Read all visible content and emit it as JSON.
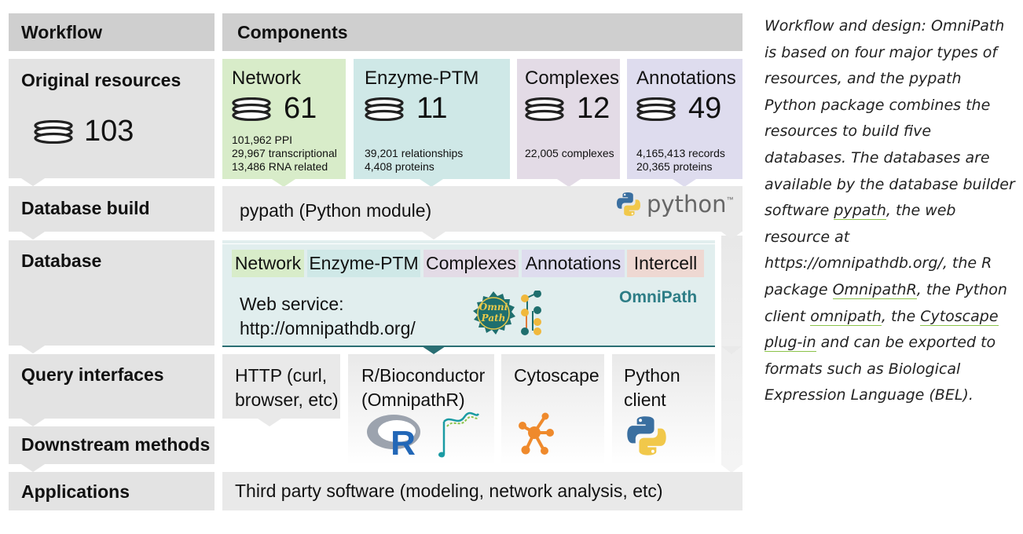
{
  "headers": {
    "workflow": "Workflow",
    "components": "Components"
  },
  "stages": [
    {
      "label": "Original resources"
    },
    {
      "label": "Database build"
    },
    {
      "label": "Database"
    },
    {
      "label": "Query interfaces"
    },
    {
      "label": "Downstream methods"
    },
    {
      "label": "Applications"
    }
  ],
  "original_total": "103",
  "resources": [
    {
      "name": "Network",
      "count": "61",
      "stats": [
        "101,962 PPI",
        "29,967 transcriptional",
        "13,486 RNA related"
      ],
      "color": "#d8ecc9"
    },
    {
      "name": "Enzyme-PTM",
      "count": "11",
      "stats": [
        "",
        "39,201 relationships",
        "4,408 proteins"
      ],
      "color": "#cfe8e7"
    },
    {
      "name": "Complexes",
      "count": "12",
      "stats": [
        "",
        "22,005 complexes",
        ""
      ],
      "color": "#e3dbe6"
    },
    {
      "name": "Annotations",
      "count": "49",
      "stats": [
        "",
        "4,165,413 records",
        "20,365 proteins"
      ],
      "color": "#dedcee"
    }
  ],
  "build": {
    "text": "pypath (Python module)",
    "python_logo_text": "python",
    "tm": "™"
  },
  "database": {
    "pills": [
      {
        "label": "Network",
        "color": "#d8ecc9"
      },
      {
        "label": "Enzyme-PTM",
        "color": "#cfe8e7"
      },
      {
        "label": "Complexes",
        "color": "#e3dbe6"
      },
      {
        "label": "Annotations",
        "color": "#dedcee"
      },
      {
        "label": "Intercell",
        "color": "#eed8d2"
      }
    ],
    "service_label": "Web service:",
    "service_url": "http://omnipathdb.org/",
    "brand": "OmniPath",
    "logo_text": [
      "Omni",
      "Path"
    ],
    "brand_color": "#2d7d86"
  },
  "query": {
    "http": [
      "HTTP (curl,",
      "browser, etc)"
    ],
    "r": [
      "R/Bioconductor",
      "(OmnipathR)"
    ],
    "cytoscape": "Cytoscape",
    "python": [
      "Python",
      "client"
    ],
    "r_logo_letter": "R"
  },
  "applications_text": "Third party software (modeling, network analysis, etc)",
  "caption": {
    "p1": "Workflow and design: OmniPath is based on four major types of resources, and the pypath Python package combines the resources to build five databases. The databases are available by the database builder software ",
    "l1": "pypath",
    "p2": ", the web resource at https://omnipathdb.org/, the R package ",
    "l2": "OmnipathR",
    "p3": ", the Python client ",
    "l3": "omnipath",
    "p4": ", the ",
    "l4": "Cytoscape plug-in",
    "p5": " and can be exported to formats such as Biological Expression Language (BEL)."
  }
}
